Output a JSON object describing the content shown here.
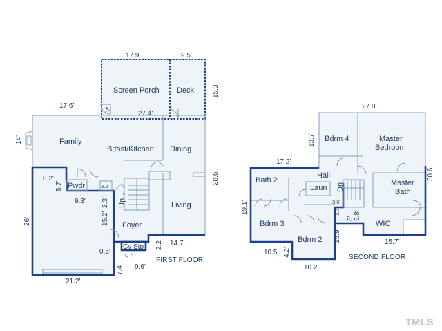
{
  "plans": {
    "first_floor": {
      "title": "FIRST FLOOR",
      "rooms": {
        "screen_porch": "Screen Porch",
        "deck": "Deck",
        "family": "Family",
        "bfast_kitchen": "B;fast/Kitchen",
        "dining": "Dining",
        "pwdr": "Pwdr",
        "living": "Living",
        "foyer": "Foyer",
        "up": "Up",
        "cv_stp": "Cv Stp"
      },
      "dimensions": {
        "porch_width": "17.9'",
        "deck_width": "9.5'",
        "deck_height": "15.3'",
        "porch_side": "2'",
        "top_left": "17.6'",
        "mid_top": "27.4'",
        "fireplace_side": "14'",
        "right_side": "28.6'",
        "garage_left": "26'",
        "pwdr_width": "8.2'",
        "pwdr_height": "5.7'",
        "small_top": "3.2'",
        "stair_width": "9.3'",
        "foyer_a": "15.2'",
        "foyer_b": "2.3'",
        "bottom_right": "14.7'",
        "step_a": "2.2'",
        "step_b": "0.5'",
        "step_c": "9.1'",
        "garage_side": "7.4'",
        "garage_bottom": "9.6'",
        "garage_width": "21.2'"
      }
    },
    "second_floor": {
      "title": "SECOND FLOOR",
      "rooms": {
        "bdrm4": "Bdrm 4",
        "master_bedroom_line1": "Master",
        "master_bedroom_line2": "Bedroom",
        "bath2": "Bath 2",
        "hall": "Hall",
        "laun": "Laun",
        "dn": "Dn",
        "master_bath_line1": "Master",
        "master_bath_line2": "Bath",
        "bdrm3": "Bdrm 3",
        "bdrm2": "Bdrm 2",
        "wic": "WIC"
      },
      "dimensions": {
        "top_width": "27.8'",
        "bdrm4_side": "13.7'",
        "left_top": "17.2'",
        "right_side": "30.6'",
        "left_side": "19.1'",
        "small_a": "3.6'",
        "small_b": "3.7'",
        "wic_a": "5'",
        "wic_b": "5.8'",
        "hall_side": "15.9'",
        "bottom_right": "15.7'",
        "bottom_left": "10.5'",
        "bdrm2_side": "4.2'",
        "bdrm2_bottom": "10.2'"
      }
    }
  },
  "watermark": "TMLS",
  "colors": {
    "line": "#1e3f8a",
    "fill": "#eef4f8",
    "text": "#1f3d66"
  }
}
